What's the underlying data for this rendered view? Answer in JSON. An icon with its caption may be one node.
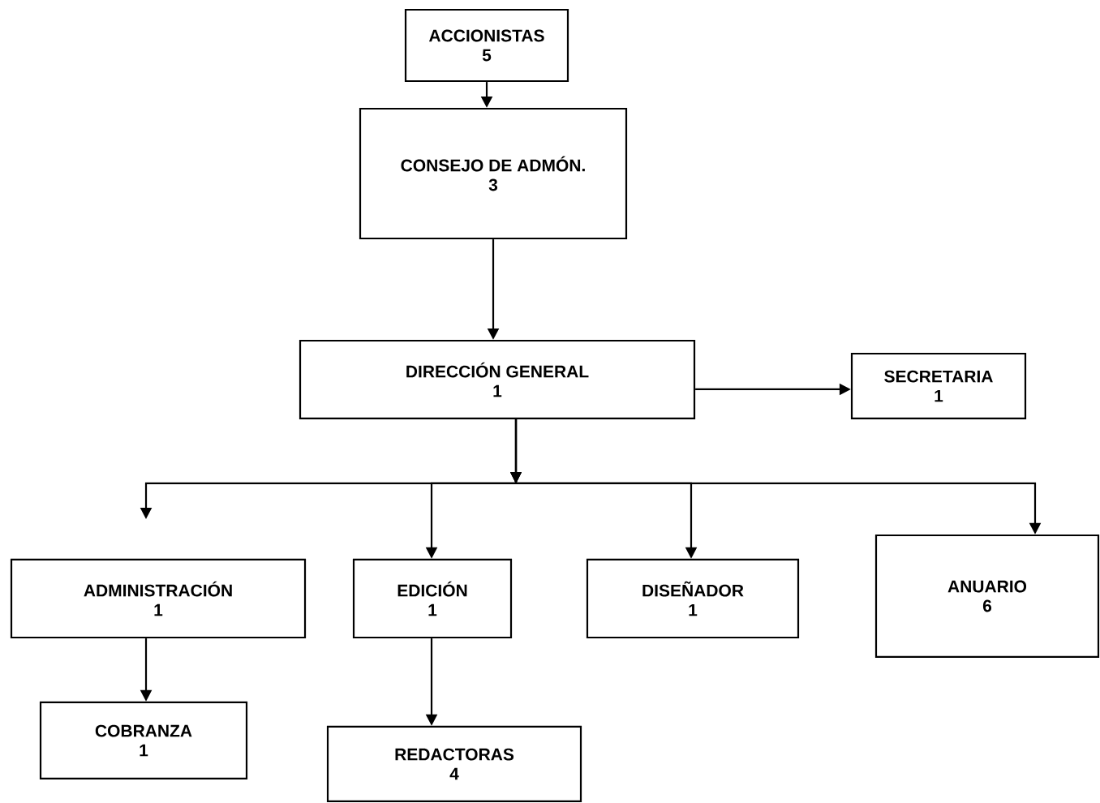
{
  "diagram": {
    "nodes": [
      {
        "text": [
          "ACCIONISTAS",
          "5"
        ]
      },
      {
        "text": [
          "CONSEJO DE ADMÓN.",
          "3"
        ]
      },
      {
        "text": [
          "DIRECCIÓN GENERAL",
          "1"
        ]
      },
      {
        "text": [
          "SECRETARIA",
          "1"
        ]
      },
      {
        "text": [
          "ADMINISTRACIÓN",
          "1"
        ]
      },
      {
        "text": [
          "EDICIÓN",
          "1"
        ]
      },
      {
        "text": [
          "DISEÑADOR",
          "1"
        ]
      },
      {
        "text": [
          "ANUARIO",
          "6"
        ]
      },
      {
        "text": [
          "COBRANZA",
          "1"
        ]
      },
      {
        "text": [
          "REDACTORAS",
          "4"
        ]
      }
    ],
    "edges": [
      {
        "from": 0,
        "to": 1,
        "arrow": "to"
      },
      {
        "from": 1,
        "to": 2,
        "arrow": "to"
      },
      {
        "from": 2,
        "to": 3,
        "arrow": "to"
      },
      {
        "from": 2,
        "to": 4,
        "arrow": "to"
      },
      {
        "from": 2,
        "to": 5,
        "arrow": "to"
      },
      {
        "from": 2,
        "to": 6,
        "arrow": "to"
      },
      {
        "from": 2,
        "to": 7,
        "arrow": "to"
      },
      {
        "from": 4,
        "to": 8,
        "arrow": "to"
      },
      {
        "from": 5,
        "to": 9,
        "arrow": "to"
      }
    ]
  }
}
